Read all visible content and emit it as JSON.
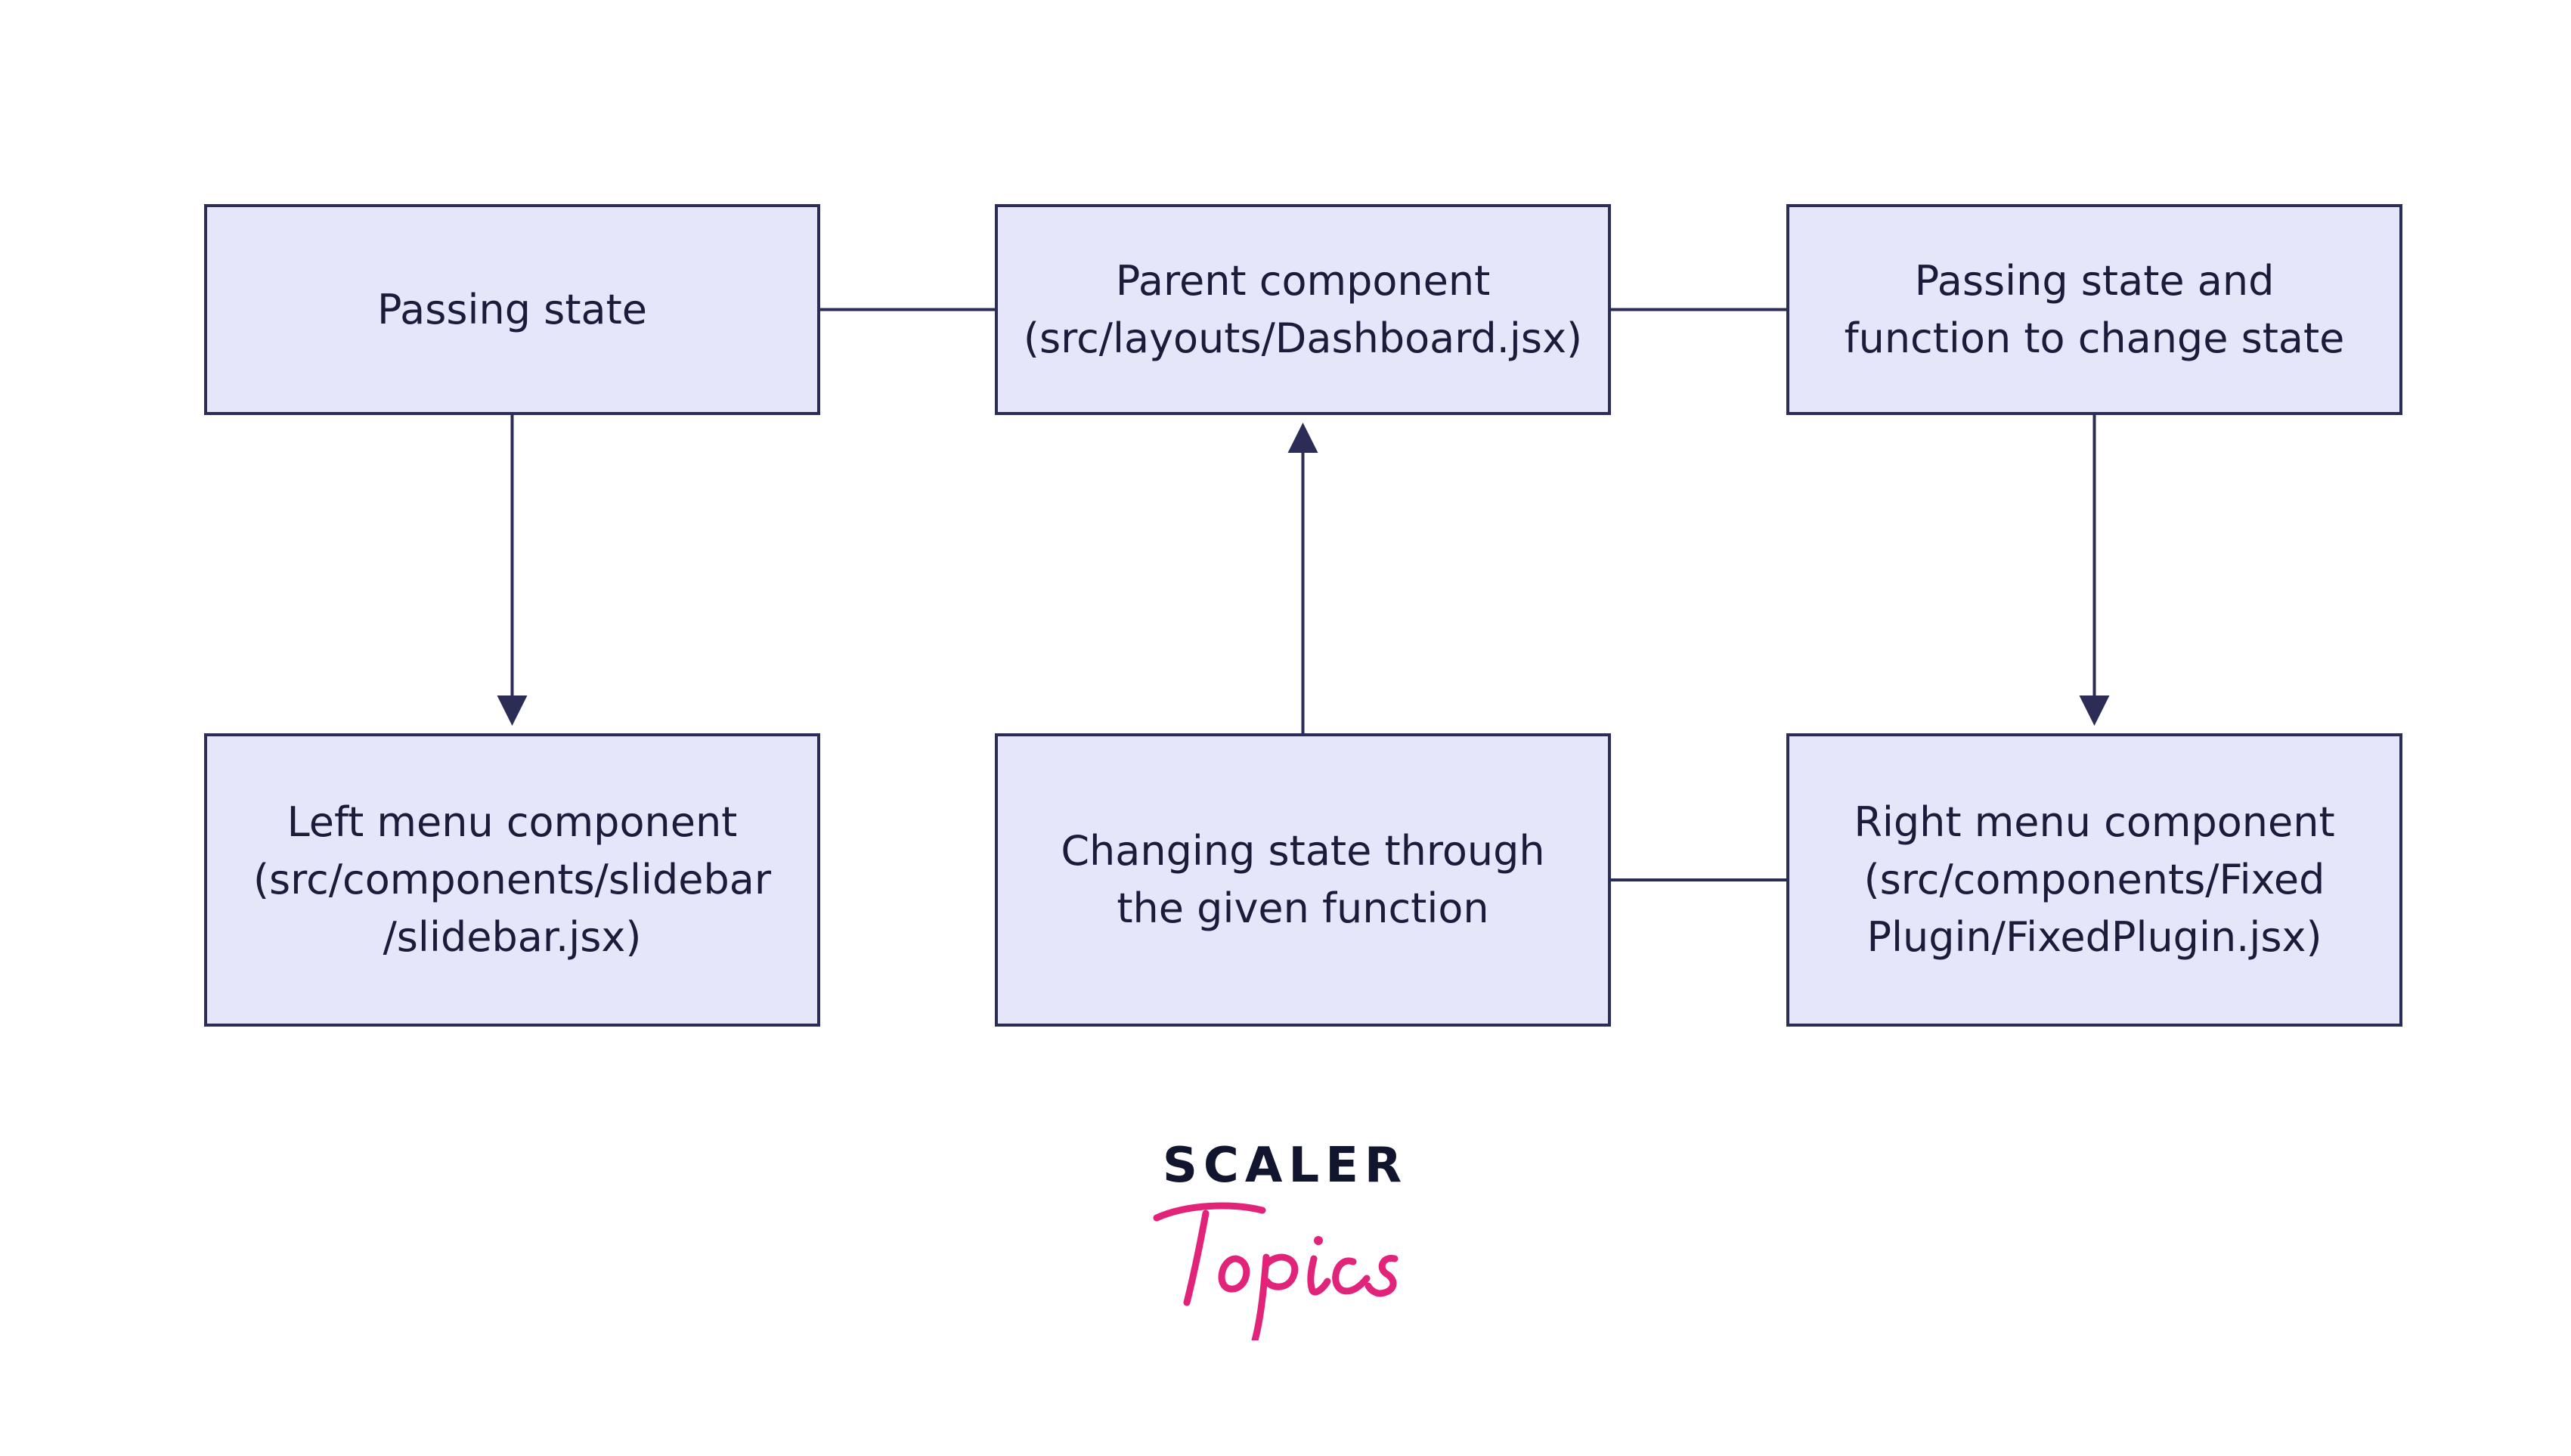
{
  "diagram": {
    "nodes": [
      {
        "id": "passing-state",
        "label": "Passing state"
      },
      {
        "id": "parent-component",
        "label": "Parent component\n(src/layouts/Dashboard.jsx)"
      },
      {
        "id": "passing-state-and-function",
        "label": "Passing state and\nfunction to change state"
      },
      {
        "id": "left-menu-component",
        "label": "Left menu component\n(src/components/slidebar\n/slidebar.jsx)"
      },
      {
        "id": "changing-state",
        "label": "Changing state through\nthe given function"
      },
      {
        "id": "right-menu-component",
        "label": "Right menu component\n(src/components/Fixed\nPlugin/FixedPlugin.jsx)"
      }
    ],
    "edges": [
      {
        "from": "passing-state",
        "to": "parent-component",
        "arrow": false
      },
      {
        "from": "parent-component",
        "to": "passing-state-and-function",
        "arrow": false
      },
      {
        "from": "passing-state",
        "to": "left-menu-component",
        "arrow": true
      },
      {
        "from": "changing-state",
        "to": "parent-component",
        "arrow": true
      },
      {
        "from": "passing-state-and-function",
        "to": "right-menu-component",
        "arrow": true
      },
      {
        "from": "changing-state",
        "to": "right-menu-component",
        "arrow": false
      }
    ],
    "colors": {
      "node_fill": "#e6e6fb",
      "node_border": "#2b2d57",
      "edge": "#2b2d57"
    }
  },
  "logo": {
    "top_text": "SCALER",
    "script_text": "Topics",
    "top_color": "#11152e",
    "script_color": "#e2237a"
  }
}
